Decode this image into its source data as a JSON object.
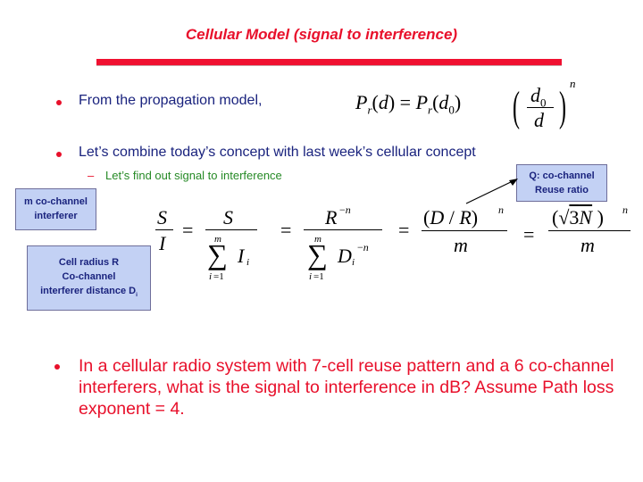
{
  "slide": {
    "title": "Cellular Model (signal to interference)",
    "accent_color": "#e8102b",
    "bullets": [
      {
        "text": "From the propagation model,"
      },
      {
        "text": "Let’s combine today’s concept with last week’s cellular concept",
        "sub_items": [
          {
            "text": "Let’s find out signal to interference"
          }
        ]
      }
    ],
    "question": "In a cellular radio system with 7-cell reuse pattern and a 6 co-channel interferers, what is the signal to interference in dB? Assume Path loss exponent = 4."
  },
  "equations": {
    "propagation_model": "Pr(d) = Pr(d0)(d0/d)^n",
    "signal_to_interference": "S/I = S / Σ(i=1..m) I_i = R^-n / Σ(i=1..m) D_i^-n = (D/R)^n / m = (√(3N))^n / m"
  },
  "callouts": {
    "interferer": {
      "line1": "m co-channel",
      "line2": "interferer"
    },
    "cell": {
      "line1": "Cell radius R",
      "line2": "Co-channel",
      "line3": "interferer distance D",
      "line3_sub": "i"
    },
    "question": {
      "line1": "Q: co-channel",
      "line2": "Reuse ratio"
    }
  },
  "math_text": {
    "P": "P",
    "r": "r",
    "d": "d",
    "d0": "d",
    "zero": "0",
    "n": "n",
    "eq": "=",
    "S": "S",
    "I": "I",
    "Ii": "I",
    "i": "i",
    "m": "m",
    "i1": "i=1",
    "R": "R",
    "negn": "−n",
    "D": "D",
    "DR": "(D / R)",
    "sqrt3N_open": "(",
    "sqrt3N": "3N",
    "close": ")",
    "sigma": "∑"
  }
}
